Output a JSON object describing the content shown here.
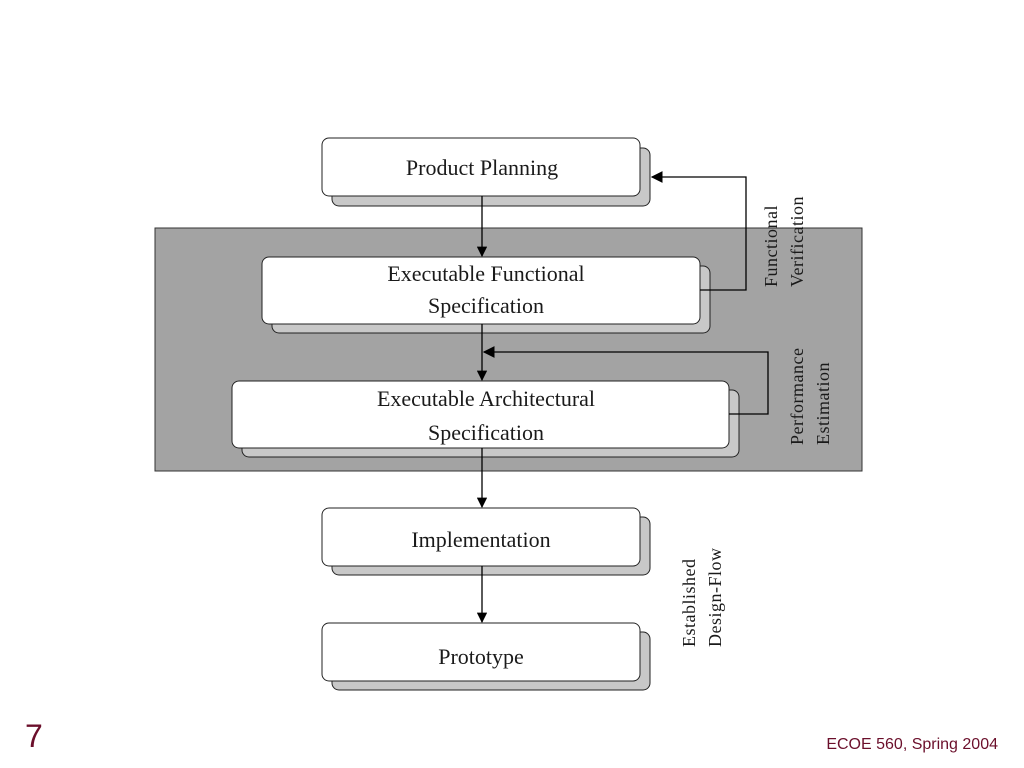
{
  "diagram": {
    "boxes": [
      {
        "lines": [
          "Product Planning"
        ]
      },
      {
        "lines": [
          "Executable Functional",
          "Specification"
        ]
      },
      {
        "lines": [
          "Executable Architectural",
          "Specification"
        ]
      },
      {
        "lines": [
          "Implementation"
        ]
      },
      {
        "lines": [
          "Prototype"
        ]
      }
    ],
    "side_labels": {
      "functional_verification": [
        "Functional",
        "Verification"
      ],
      "performance_estimation": [
        "Performance",
        "Estimation"
      ],
      "established_design_flow": [
        "Established",
        "Design-Flow"
      ]
    },
    "colors": {
      "shaded_region": "#a3a3a3",
      "shadow": "#c8c8c8",
      "line": "#000000"
    }
  },
  "footer": {
    "slide_number": "7",
    "course": "ECOE 560, Spring 2004"
  }
}
